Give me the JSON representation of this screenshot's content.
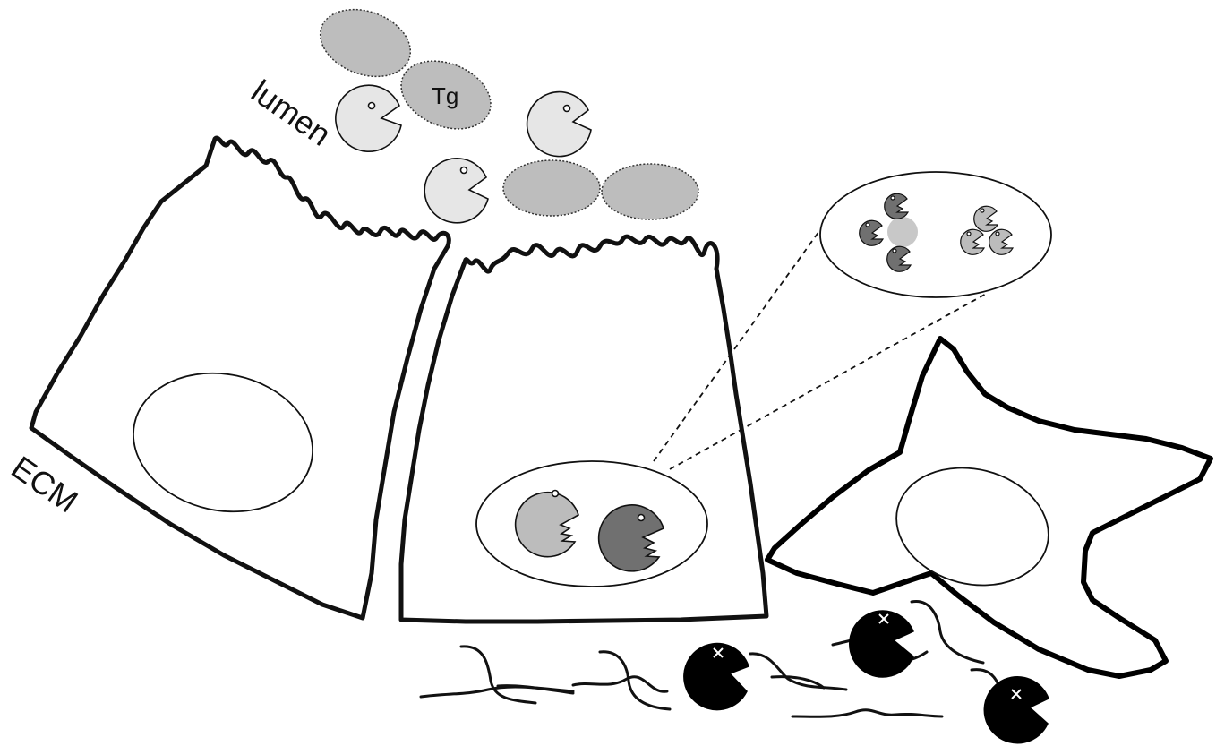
{
  "labels": {
    "lumen": "lumen",
    "ecm": "ECM",
    "tg": "Tg"
  },
  "colors": {
    "stroke": "#111111",
    "thyroglobulin_fill": "#bdbdbd",
    "protease_light": "#e6e6e6",
    "protease_mid": "#bcbcbc",
    "protease_dark": "#707070",
    "protease_active_secreted": "#000000",
    "substrate_center": "#c8c8c8"
  },
  "icons": {
    "protease": "pacman-protease-icon",
    "inhibited_protease": "pacman-x-eye-icon",
    "thyroglobulin": "ellipse-blob-icon",
    "ecm_fiber": "wavy-fiber-line"
  }
}
